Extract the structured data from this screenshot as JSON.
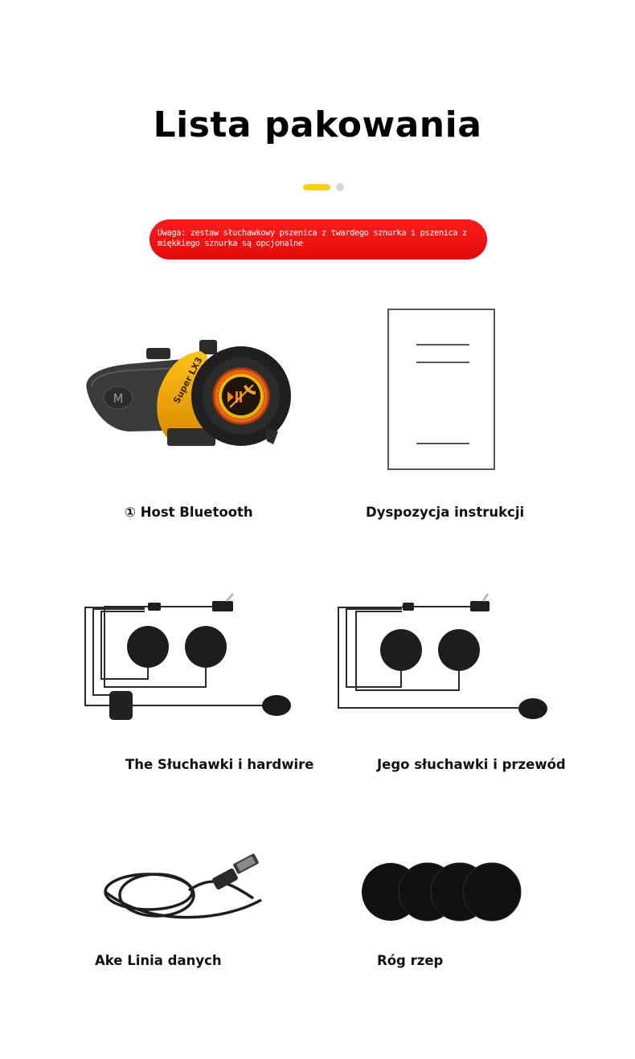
{
  "title": "Lista pakowania",
  "notice": "Uwaga: zestaw słuchawkowy pszenica z twardego sznurka i pszenica z miękkiego sznurka są opcjonalne",
  "device": {
    "model_label": "Super LX3",
    "button_letter": "M"
  },
  "items": [
    {
      "label": "① Host Bluetooth"
    },
    {
      "label": "Dyspozycja instrukcji"
    },
    {
      "label": "The Słuchawki i hardwire"
    },
    {
      "label": "Jego słuchawki i przewód"
    },
    {
      "label": "Ake Linia danych"
    },
    {
      "label": "Róg rzep"
    }
  ],
  "colors": {
    "accent_yellow": "#f5d01c",
    "notice_red": "#ff1d1d"
  }
}
